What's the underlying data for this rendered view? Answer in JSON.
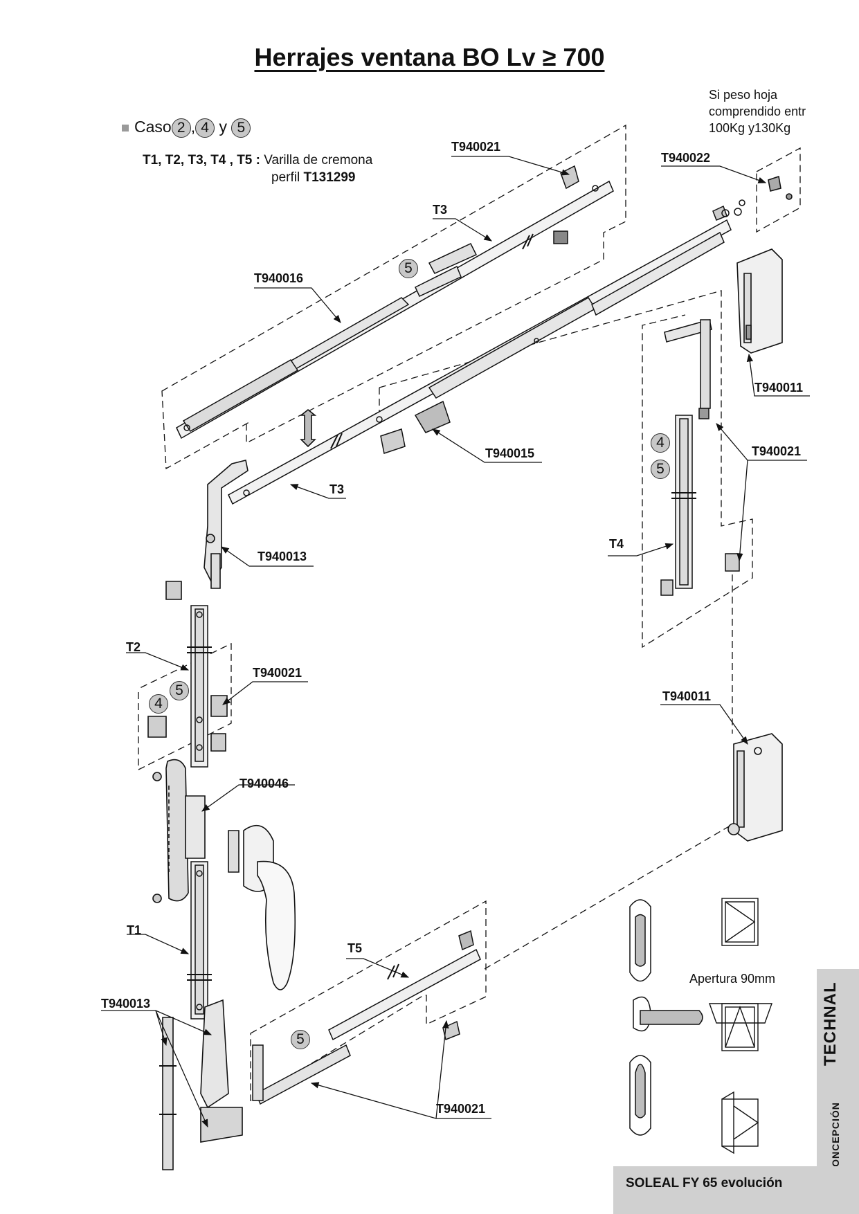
{
  "title": "Herrajes ventana BO Lv ≥ 700",
  "caso": {
    "prefix": "Caso",
    "n1": "2",
    "sep": ",",
    "n2": "4",
    "and": "y",
    "n3": "5"
  },
  "legend": {
    "codes": "T1, T2, T3, T4 , T5 :",
    "text": "Varilla de cremona",
    "perfil": "perfil",
    "perfil_code": "T131299"
  },
  "peso_note": [
    "Si peso hoja",
    "comprendido entr",
    "100Kg y130Kg"
  ],
  "labels": {
    "t940021_top": "T940021",
    "t3_top": "T3",
    "t940022": "T940022",
    "t940016": "T940016",
    "t940011_top": "T940011",
    "t940015": "T940015",
    "t3_mid": "T3",
    "t940021_right": "T940021",
    "t940013_top": "T940013",
    "t4": "T4",
    "t2": "T2",
    "t940021_left": "T940021",
    "t940011_bottom": "T940011",
    "t940046": "T940046",
    "t1": "T1",
    "t5": "T5",
    "t940013_bottom": "T940013",
    "t940021_bottom": "T940021"
  },
  "circle_numbers": {
    "c5_top": "5",
    "c4_right": "4",
    "c5_right": "5",
    "c5_left": "5",
    "c4_left": "4",
    "c5_bottom": "5"
  },
  "apertura": "Apertura 90mm",
  "brand": "TECHNAL",
  "concepcion": "CONCEPCIÓN",
  "product": "SOLEAL FY 65 evolución",
  "colors": {
    "ink": "#111111",
    "hardware_gray": "#bdbdbd",
    "circle_fill": "#c8c8c8",
    "panel_gray": "#d0d0d0"
  }
}
